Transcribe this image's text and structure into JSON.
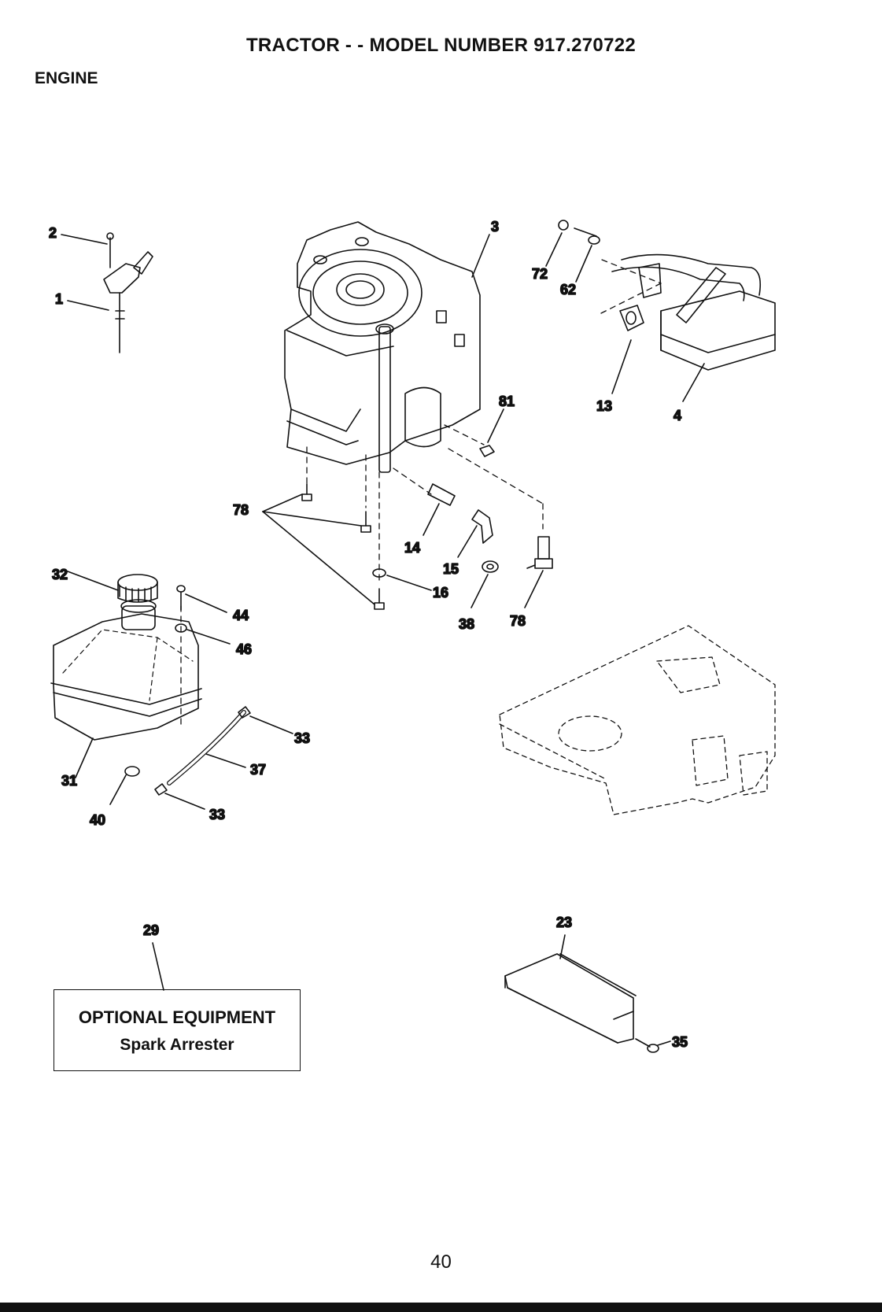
{
  "header": {
    "title": "TRACTOR - - MODEL NUMBER 917.270722",
    "section": "ENGINE"
  },
  "callouts": {
    "c1": "1",
    "c2": "2",
    "c3": "3",
    "c4": "4",
    "c13": "13",
    "c14": "14",
    "c15": "15",
    "c16": "16",
    "c23": "23",
    "c29": "29",
    "c31": "31",
    "c32": "32",
    "c33a": "33",
    "c33b": "33",
    "c35": "35",
    "c37": "37",
    "c38": "38",
    "c40": "40",
    "c44": "44",
    "c46": "46",
    "c62": "62",
    "c72": "72",
    "c78a": "78",
    "c78b": "78",
    "c81": "81"
  },
  "optional": {
    "heading": "OPTIONAL EQUIPMENT",
    "item": "Spark Arrester"
  },
  "footer": {
    "page_number": "40"
  }
}
